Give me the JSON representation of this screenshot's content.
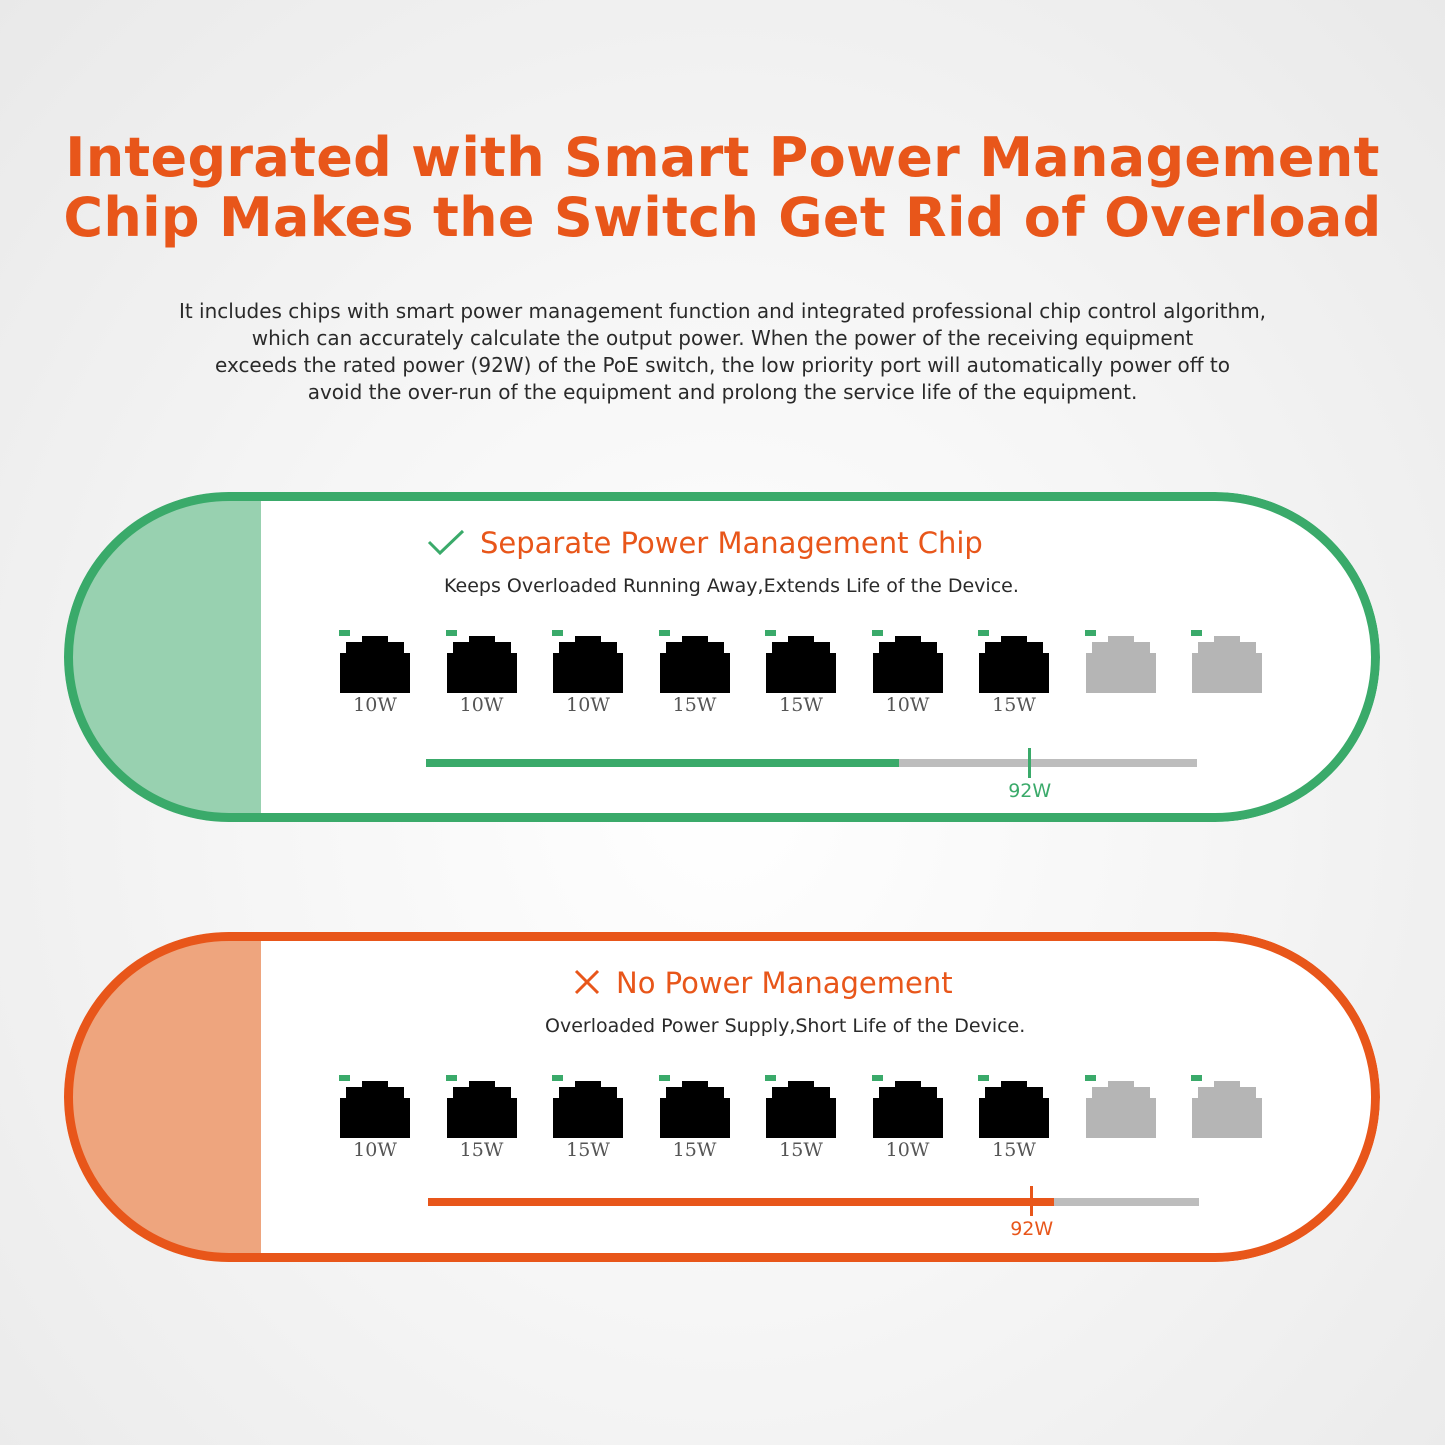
{
  "headline": {
    "line1": "Integrated with Smart Power Management",
    "line2": "Chip Makes the Switch Get Rid of Overload"
  },
  "intro": {
    "line1": "It includes chips with smart power management function and integrated professional chip control algorithm,",
    "line2": "which can accurately calculate the output power. When the power of the receiving equipment",
    "line3": "exceeds the rated power (92W) of the PoE switch, the low priority port will automatically power off to",
    "line4": "avoid the over-run of the equipment and prolong the service life of the equipment."
  },
  "colors": {
    "accent": "#e8561a",
    "good": "#3aaa6a",
    "good_tint": "#98d1b0",
    "bad_tint": "#eea57e",
    "port_on": "#000000",
    "port_off": "#b5b5b5",
    "track": "#bdbdbd"
  },
  "panel_good": {
    "status_icon": "check-icon",
    "title": "Separate Power Management Chip",
    "subtitle": "Keeps Overloaded Running Away,Extends Life of the Device.",
    "ports": [
      {
        "watt": "10W",
        "active": true
      },
      {
        "watt": "10W",
        "active": true
      },
      {
        "watt": "10W",
        "active": true
      },
      {
        "watt": "15W",
        "active": true
      },
      {
        "watt": "15W",
        "active": true
      },
      {
        "watt": "10W",
        "active": true
      },
      {
        "watt": "15W",
        "active": true
      },
      {
        "watt": "",
        "active": false
      },
      {
        "watt": "",
        "active": false
      }
    ],
    "limit_label": "92W",
    "load_fraction": 0.613,
    "limit_fraction": 0.783
  },
  "panel_bad": {
    "status_icon": "cross-icon",
    "title": "No Power Management",
    "subtitle": "Overloaded Power Supply,Short Life of the Device.",
    "ports": [
      {
        "watt": "10W",
        "active": true
      },
      {
        "watt": "15W",
        "active": true
      },
      {
        "watt": "15W",
        "active": true
      },
      {
        "watt": "15W",
        "active": true
      },
      {
        "watt": "15W",
        "active": true
      },
      {
        "watt": "10W",
        "active": true
      },
      {
        "watt": "15W",
        "active": true
      },
      {
        "watt": "",
        "active": false
      },
      {
        "watt": "",
        "active": false
      }
    ],
    "limit_label": "92W",
    "load_fraction": 0.812,
    "limit_fraction": 0.783
  }
}
